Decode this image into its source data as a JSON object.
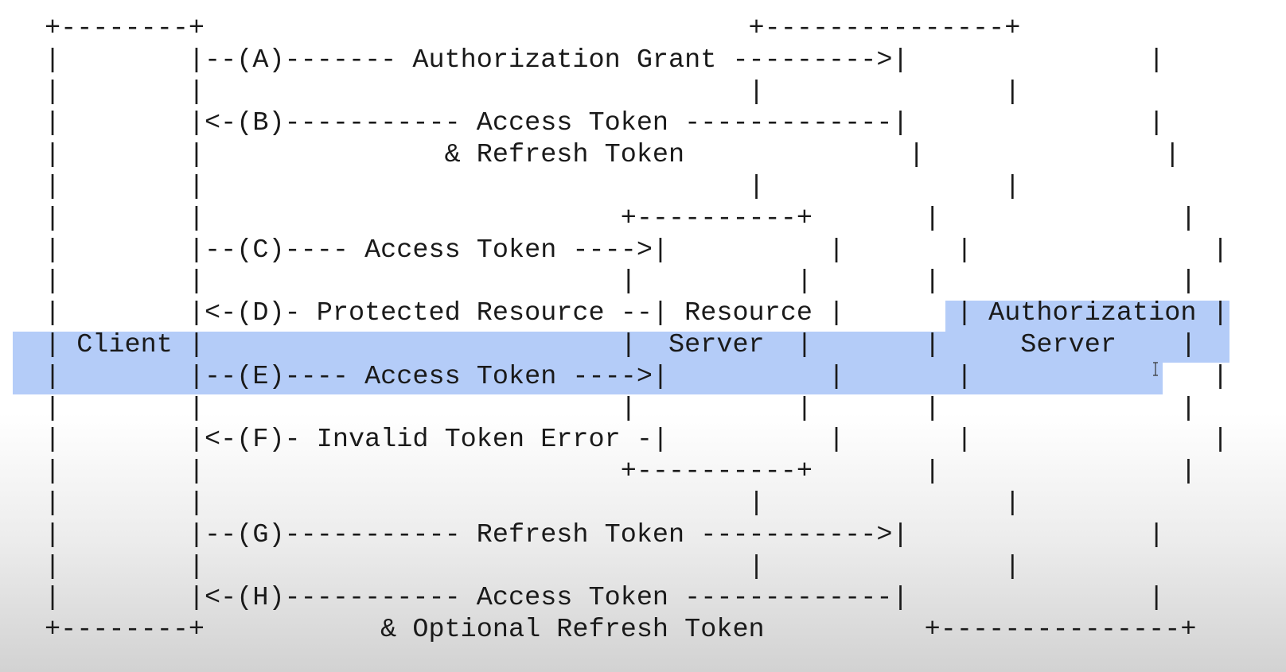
{
  "diagram_lines": [
    "+--------+                                  +---------------+",
    "|        |--(A)------- Authorization Grant --------->|               |",
    "|        |                                  |               |",
    "|        |<-(B)----------- Access Token -------------|               |",
    "|        |               & Refresh Token              |               |",
    "|        |                                  |               |",
    "|        |                          +----------+       |               |",
    "|        |--(C)---- Access Token ---->|          |       |               |",
    "|        |                          |          |       |               |",
    "|        |<-(D)- Protected Resource --| Resource |       | Authorization |",
    "| Client |                          |  Server  |       |     Server    |",
    "|        |--(E)---- Access Token ---->|          |       |               |",
    "|        |                          |          |       |               |",
    "|        |<-(F)- Invalid Token Error -|          |       |               |",
    "|        |                          +----------+       |               |",
    "|        |                                  |               |",
    "|        |--(G)----------- Refresh Token ----------->|               |",
    "|        |                                  |               |",
    "|        |<-(H)----------- Access Token -------------|               |",
    "+--------+           & Optional Refresh Token          +---------------+"
  ],
  "nodes": {
    "client": "Client",
    "resource_server": "Resource Server",
    "authorization_server": "Authorization Server"
  },
  "steps": [
    {
      "id": "A",
      "label": "Authorization Grant"
    },
    {
      "id": "B",
      "label": "Access Token & Refresh Token"
    },
    {
      "id": "C",
      "label": "Access Token"
    },
    {
      "id": "D",
      "label": "Protected Resource"
    },
    {
      "id": "E",
      "label": "Access Token"
    },
    {
      "id": "F",
      "label": "Invalid Token Error"
    },
    {
      "id": "G",
      "label": "Refresh Token"
    },
    {
      "id": "H",
      "label": "Access Token & Optional Refresh Token"
    }
  ],
  "colors": {
    "selection": "#b4ccf8",
    "text": "#1a1a1a"
  }
}
